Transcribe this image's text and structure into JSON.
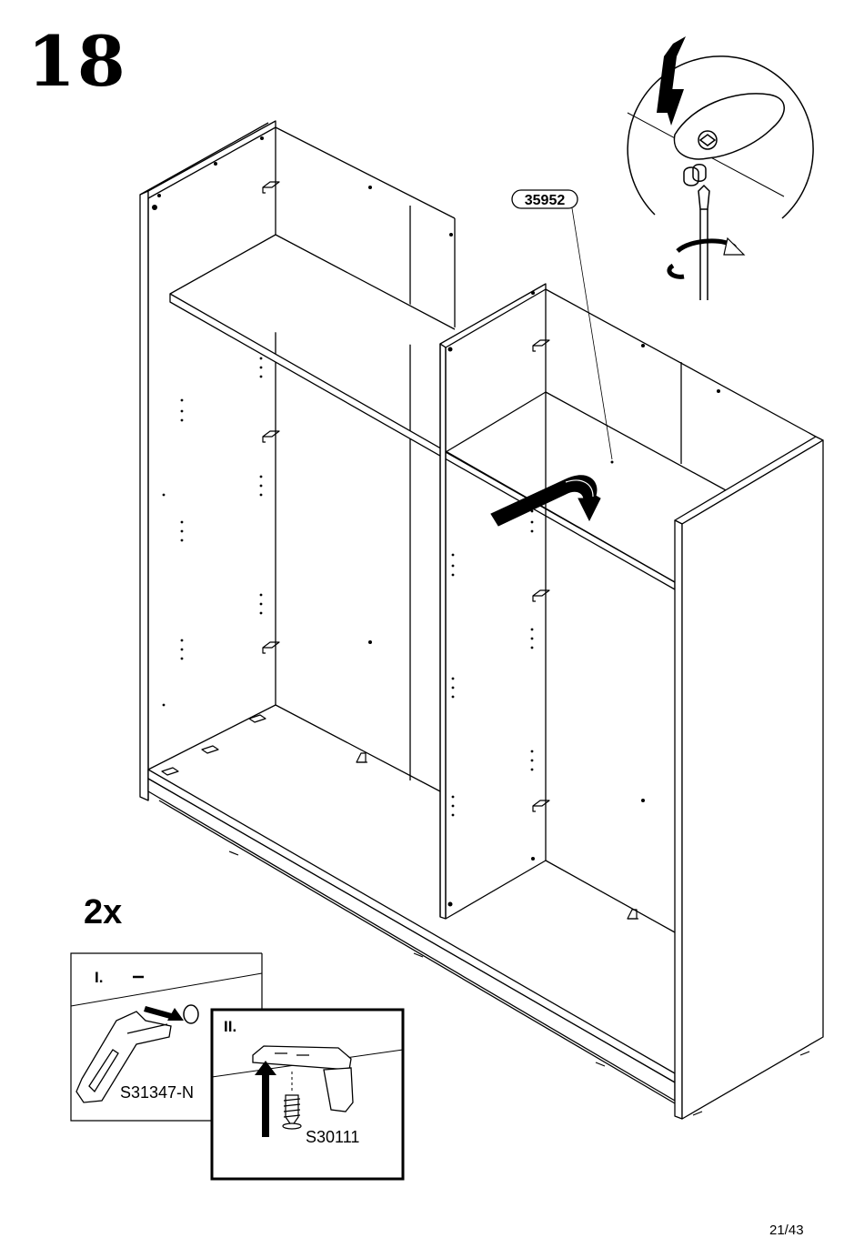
{
  "step": {
    "number": "18",
    "quantity": "2x"
  },
  "callouts": {
    "shelf_part": "35952"
  },
  "inset_one": {
    "label": "I.",
    "part_code": "S31347-N"
  },
  "inset_two": {
    "label": "II.",
    "part_code": "S30111"
  },
  "footer": {
    "page": "21/43"
  }
}
